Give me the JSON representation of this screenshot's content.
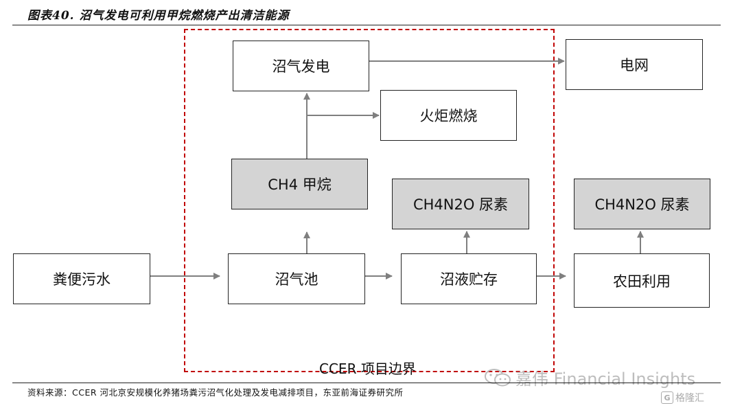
{
  "header": {
    "title": "图表40. 沼气发电可利用甲烷燃烧产出清洁能源"
  },
  "nodes": {
    "biogas_power": "沼气发电",
    "grid": "电网",
    "torch": "火炬燃烧",
    "methane": "CH4 甲烷",
    "urea_mid": "CH4N2O 尿素",
    "urea_right": "CH4N2O 尿素",
    "manure": "粪便污水",
    "digester": "沼气池",
    "slurry": "沼液贮存",
    "farmland": "农田利用"
  },
  "boundary_label": "CCER 项目边界",
  "source": "资料来源：CCER 河北京安规模化养猪场粪污沼气化处理及发电减排项目，东亚前海证券研究所",
  "watermark": "嘉伟 Financial Insights",
  "badge": {
    "icon_glyph": "G",
    "text": "格隆汇"
  },
  "colors": {
    "boundary": "#c00000",
    "gray_box": "#d4d4d4",
    "arrow": "#7f7f7f"
  }
}
